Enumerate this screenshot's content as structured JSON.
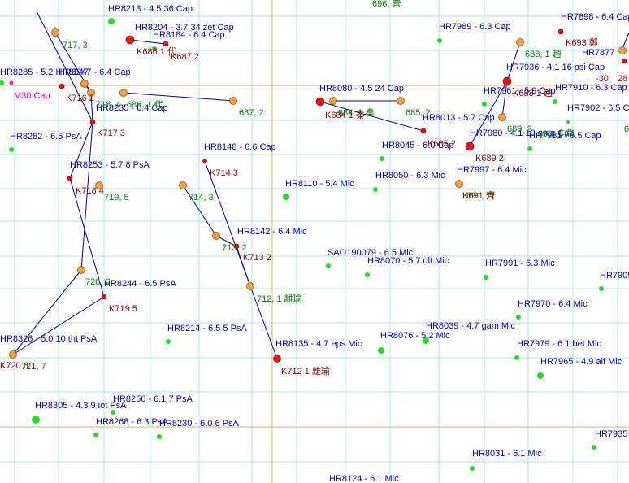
{
  "colors": {
    "background": "#ffffff",
    "grid": "#a8e8e0",
    "grid_major": "#e0b060",
    "connector": "#0000a0",
    "star_label": "#0000c0",
    "chinese_star_label": "#008000",
    "k_label": "#900000",
    "dso_label": "#d000d0",
    "axis_label": "#c00000",
    "star_fill": "#22dd22",
    "chinese_star_fill": "#f5a040",
    "k_star_fill": "#ee1111"
  },
  "axis_labels": [
    "-30",
    "28"
  ],
  "star_labels": [
    "HR8213 - 4.5  36 Cap",
    "HR8204 - 3.7  34 zet Cap",
    "HR8184 - 6.4  Cap",
    "HR8247 - 6.4  Cap",
    "HR8285 - 5.2  HR8247",
    "HR8235 - 6.4  Cap",
    "HR8282 - 6.5  PsA",
    "HR8148 - 6.6  Cap",
    "HR8253 - 5.7  8 PsA",
    "HR8110 - 5.4  Mic",
    "HR8142 - 6.4  Mic",
    "SAO190079 - 6.5  Mic",
    "HR8070 - 5.7  dlt Mic",
    "HR8244 - 6.5  PsA",
    "HR8214 - 6.5  5 PsA",
    "HR8135 - 4.7  eps Mic",
    "HR8076 - 5.2  Mic",
    "HR8039 - 4.7  gam Mic",
    "HR8326 - 5.0  10 tht PsA",
    "HR8256 - 6.1  7 PsA",
    "HR8305 - 4.3  9 iot PsA",
    "HR8268 - 6.3  PsA",
    "HR8230 - 6.0  6 PsA",
    "HR8031 - 6.1  Mic",
    "HR8124 - 6.1  Mic",
    "HR7989 - 6.3  Cap",
    "HR7898 - 6.4  Cap",
    "HR7877",
    "HR7936 - 4.1  16 psi Cap",
    "HR7961 - 5.9  Cap",
    "HR7910 - 6.3  Cap",
    "HR7902 - 6.5  Cap",
    "HR8080 - 4.5  24 Cap",
    "HR8013 - 5.7  Cap",
    "HR7980 - 4.1  19 omg Cap",
    "HR7981 - 6.5  Cap",
    "HR8045 - 6.0  Cap",
    "HR8050 - 6.3  Mic",
    "HR7997 - 6.4  Mic",
    "HR7991 - 6.3  Mic",
    "HR7970 - 6.4  Mic",
    "HR7979 - 6.1  bet Mic",
    "HR7965 - 4.9  alf Mic",
    "HR7909",
    "HR7935"
  ],
  "chinese_labels": [
    "696, 普",
    "717, 3",
    "718, 4",
    "686, 1 代",
    "687, 2",
    "685, 2",
    "684, 1 秦",
    "688, 1 趙",
    "689, 2",
    "690, 1 燕",
    "691, 齊",
    "714, 3",
    "713, 2",
    "712, 1 離瑜",
    "719, 5",
    "720, 6",
    "721, 7",
    "6"
  ],
  "k_labels": [
    "K686 1 代",
    "K687 2",
    "K716 2",
    "K717 3",
    "K718 4",
    "K714 3",
    "K713 2",
    "K712 1 離瑜",
    "K719 5",
    "K720 6",
    "K684 1 秦",
    "K685 2",
    "K693 鄭",
    "K688 1 趙",
    "K689 2",
    "K691 齊"
  ],
  "dso_labels": [
    "M30 Cap"
  ]
}
